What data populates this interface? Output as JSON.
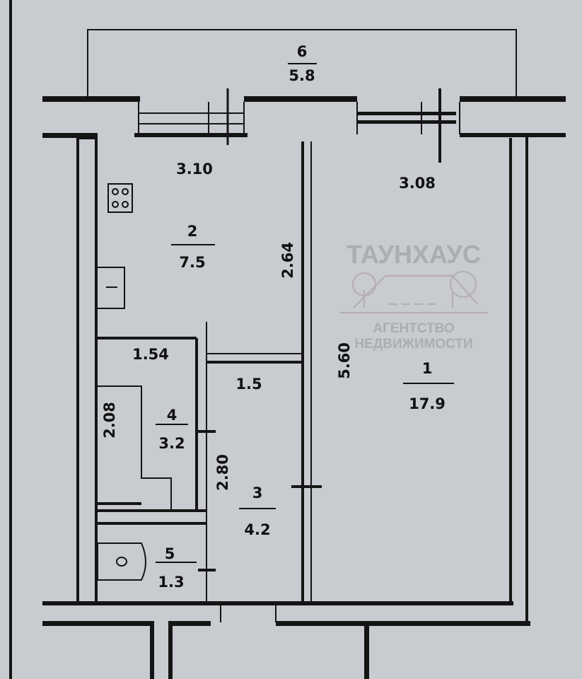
{
  "plan": {
    "balcony": {
      "number": "6",
      "area": "5.8"
    },
    "rooms": [
      {
        "number": "1",
        "area": "17.9"
      },
      {
        "number": "2",
        "area": "7.5"
      },
      {
        "number": "3",
        "area": "4.2"
      },
      {
        "number": "4",
        "area": "3.2"
      },
      {
        "number": "5",
        "area": "1.3"
      }
    ],
    "dimensions": {
      "kitchen_width": "3.10",
      "room_width": "3.08",
      "kitchen_depth": "2.64",
      "room_depth": "5.60",
      "bath_width": "1.54",
      "hall_width": "1.5",
      "bath_depth": "2.08",
      "hall_depth": "2.80"
    }
  },
  "watermark": {
    "brand": "ТАУНХАУС",
    "line1": "АГЕНТСТВО",
    "line2": "НЕДВИЖИМОСТИ"
  }
}
